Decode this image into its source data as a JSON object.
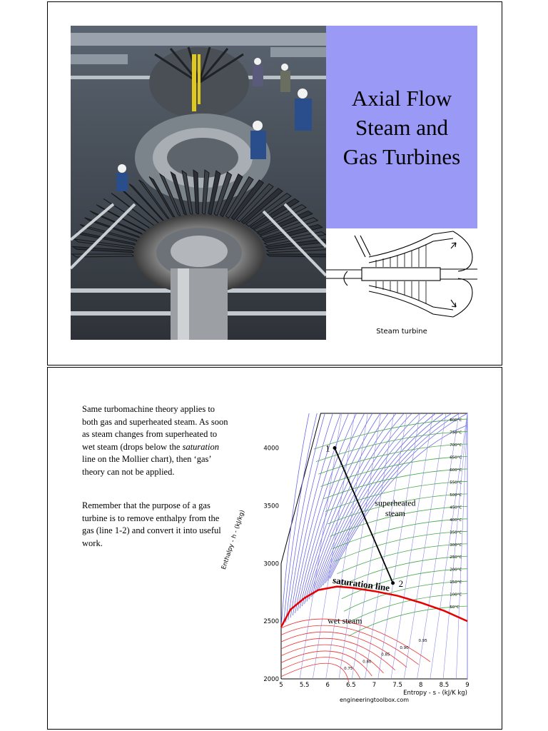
{
  "slide1": {
    "title_lines": [
      "Axial Flow",
      "Steam and",
      "Gas Turbines"
    ],
    "diagram_caption": "Steam turbine",
    "colors": {
      "title_panel": "#9a9af6"
    }
  },
  "slide2": {
    "paragraph1": {
      "before": "Same turbomachine theory applies to both gas and superheated steam. As soon as steam changes from superheated to wet steam (drops  below the ",
      "emphasis": "saturation",
      "after": " line on the Mollier chart), then ‘gas’ theory can not be applied."
    },
    "paragraph2": "Remember that the purpose of a gas turbine is to remove enthalpy from the gas (line 1-2) and convert it into useful work.",
    "chart": {
      "x_axis_label": "Entropy - s - (kJ/K kg)",
      "y_axis_label": "Enthalpy - h - (kJ/kg)",
      "x_ticks": [
        "5",
        "5.5",
        "6",
        "6.5",
        "7",
        "7.5",
        "8",
        "8.5",
        "9"
      ],
      "y_ticks": [
        "2000",
        "2500",
        "3000",
        "3500",
        "4000"
      ],
      "label_superheated": [
        "superheated",
        "steam"
      ],
      "label_saturation": "saturation line",
      "label_wet": "wet steam",
      "point1": "1",
      "point2": "2",
      "source": "engineeringtoolbox.com",
      "temperature_labels": [
        "800°C",
        "750°C",
        "700°C",
        "650°C",
        "600°C",
        "550°C",
        "500°C",
        "450°C",
        "400°C",
        "350°C",
        "300°C",
        "250°C",
        "200°C",
        "150°C",
        "100°C",
        "50°C"
      ],
      "quality_labels": [
        "0.95",
        "0.90",
        "0.85",
        "0.80",
        "0.75"
      ]
    }
  },
  "chart_data": {
    "type": "line",
    "title": "",
    "xlabel": "Entropy - s - (kJ/K kg)",
    "ylabel": "Enthalpy - h - (kJ/kg)",
    "xlim": [
      5,
      9
    ],
    "ylim": [
      2000,
      4300
    ],
    "series": [
      {
        "name": "saturation line",
        "x": [
          5.0,
          5.2,
          5.5,
          5.8,
          6.2,
          6.5,
          7.0,
          7.5,
          8.0,
          8.5,
          9.0
        ],
        "values": [
          2450,
          2600,
          2700,
          2770,
          2800,
          2790,
          2760,
          2720,
          2660,
          2590,
          2500
        ]
      },
      {
        "name": "",
        "x": [
          6.15,
          7.4
        ],
        "values": [
          4000,
          2830
        ]
      }
    ],
    "annotations": [
      {
        "text": "1",
        "x": 6.15,
        "y": 4000
      },
      {
        "text": "2",
        "x": 7.4,
        "y": 2830
      }
    ]
  }
}
